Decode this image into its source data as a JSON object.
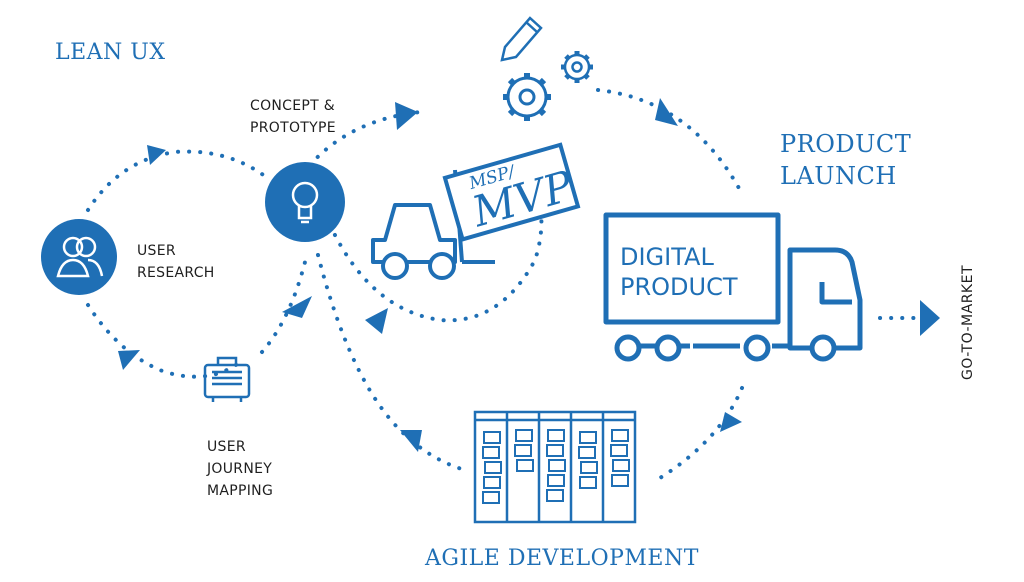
{
  "title": "LEAN UX",
  "stages": {
    "user_research": [
      "USER",
      "RESEARCH"
    ],
    "concept": [
      "CONCEPT &",
      "PROTOTYPE"
    ],
    "journey": [
      "USER",
      "JOURNEY",
      "MAPPING"
    ],
    "product_launch": [
      "PRODUCT",
      "LAUNCH"
    ],
    "agile": "AGILE DEVELOPMENT",
    "go_to_market": "GO-TO-MARKET"
  },
  "mvp": {
    "top": "MSP/",
    "main": "MVP"
  },
  "truck": [
    "DIGITAL",
    "PRODUCT"
  ],
  "colors": {
    "primary": "#1f6fb5",
    "text": "#1f1f1f"
  },
  "icons": [
    "users-icon",
    "lightbulb-icon",
    "suitcase-icon",
    "pencil-icon",
    "gear-icon",
    "forklift-icon",
    "truck-icon",
    "kanban-board-icon"
  ]
}
